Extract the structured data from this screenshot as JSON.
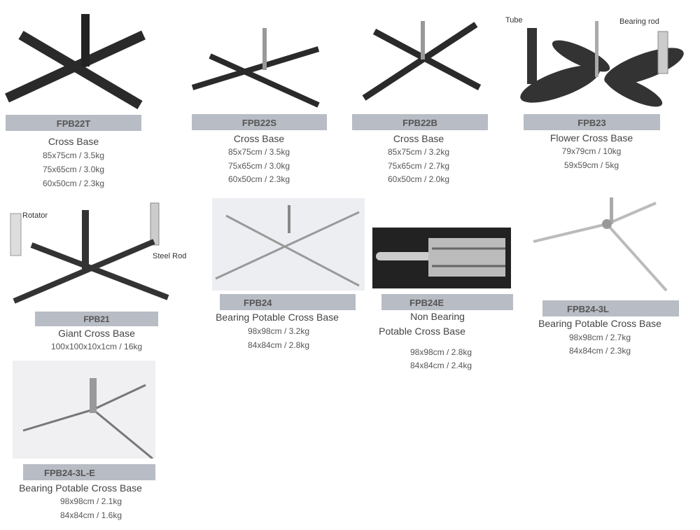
{
  "products": [
    {
      "code": "FPB22T",
      "name": "Cross Base",
      "specs": [
        "85x75cm / 3.5kg",
        "75x65cm / 3.0kg",
        "60x50cm / 2.3kg"
      ]
    },
    {
      "code": "FPB22S",
      "name": "Cross Base",
      "specs": [
        "85x75cm / 3.5kg",
        "75x65cm / 3.0kg",
        "60x50cm / 2.3kg"
      ]
    },
    {
      "code": "FPB22B",
      "name": "Cross Base",
      "specs": [
        "85x75cm / 3.2kg",
        "75x65cm / 2.7kg",
        "60x50cm / 2.0kg"
      ]
    },
    {
      "code": "FPB23",
      "name": "Flower Cross Base",
      "specs": [
        "79x79cm / 10kg",
        "59x59cm / 5kg"
      ],
      "labels": [
        "Tube",
        "Bearing rod"
      ]
    },
    {
      "code": "FPB21",
      "name": "Giant Cross Base",
      "specs": [
        "100x100x10x1cm / 16kg"
      ],
      "labels": [
        "Rotator",
        "Steel Rod"
      ]
    },
    {
      "code": "FPB24",
      "name": "Bearing Potable Cross Base",
      "specs": [
        "98x98cm / 3.2kg",
        "84x84cm / 2.8kg"
      ]
    },
    {
      "code": "FPB24E",
      "name": "Non Bearing",
      "name2": "Potable Cross Base",
      "specs": [
        "98x98cm / 2.8kg",
        "84x84cm / 2.4kg"
      ]
    },
    {
      "code": "FPB24-3L",
      "name": "Bearing Potable Cross Base",
      "specs": [
        "98x98cm / 2.7kg",
        "84x84cm / 2.3kg"
      ]
    },
    {
      "code": "FPB24-3L-E",
      "name": "Bearing Potable Cross Base",
      "specs": [
        "98x98cm / 2.1kg",
        "84x84cm / 1.6kg"
      ]
    }
  ]
}
